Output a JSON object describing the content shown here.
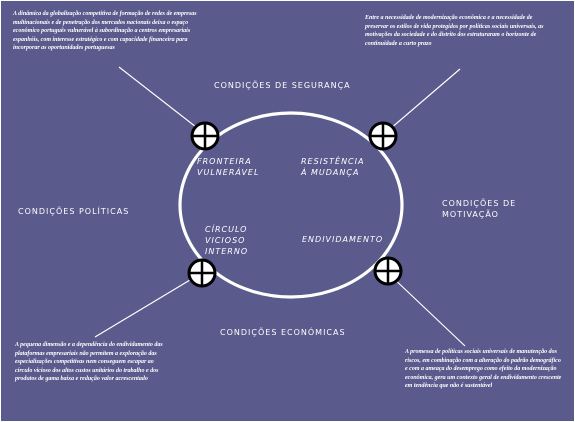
{
  "colors": {
    "background": "#5a5a8c",
    "ellipse": "#ffffff",
    "marker": "#ffffff",
    "marker_stroke": "#000000"
  },
  "notes": {
    "top_left": "A dinâmica da globalização competitiva de formação de redes de empresas multinacionais e de penetração dos mercados nacionais deixa o espaço econômico português vulnerável à subordinação a centros empresariais espanhóis, com interesse estratégico e com capacidade financeira para incorporar as oportunidades portuguesas",
    "top_right": "Entre a necessidade de modernização econômica e a necessidade de preservar os estilos de vida protegidos por políticas sociais universais, as motivações da sociedade e do distrito dos estruturaram o horizonte de continuidade a curto prazo",
    "bottom_left": "A pequena dimensão e a dependência do endividamento das plataformas empresariais não permitem a exploração das especializações competitivas nem conseguem escapar ao círculo vicioso dos altos custos unitários do trabalho e dos produtos de gama baixa e redução valor acrescentado",
    "bottom_right": "A promessa de políticas sociais universais de manutenção dos riscos, em combinação com a alteração do padrão demográfico e com a ameaça do desemprego como efeito da modernização econômica, gera um contexto geral de endividamento crescente em tendência que não é sustentável"
  },
  "outer_labels": {
    "top": "Condições de segurança",
    "left": "Condições políticas",
    "right_line1": "Condições de",
    "right_line2": "motivação",
    "bottom": "Condições económicas"
  },
  "inner_labels": {
    "top_left_line1": "Fronteira",
    "top_left_line2": "vulnerável",
    "top_right_line1": "Resistência",
    "top_right_line2": "à mudança",
    "bottom_left_line1": "Círculo",
    "bottom_left_line2": "vicioso",
    "bottom_left_line3": "interno",
    "bottom_right": "Endividamento"
  },
  "markers": [
    {
      "name": "marker-top-left-icon"
    },
    {
      "name": "marker-top-right-icon"
    },
    {
      "name": "marker-bottom-left-icon"
    },
    {
      "name": "marker-bottom-right-icon"
    }
  ]
}
